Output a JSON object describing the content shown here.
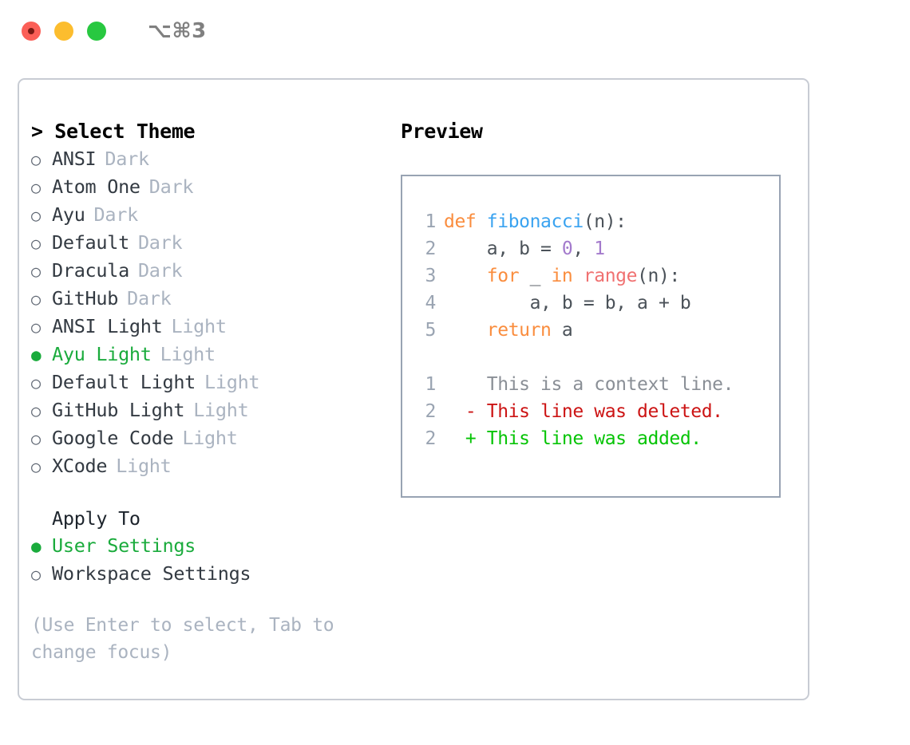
{
  "window": {
    "shortcut": "⌥⌘3",
    "traffic_lights": [
      "close-red",
      "minimize-yellow",
      "maximize-green"
    ]
  },
  "theme_panel": {
    "header": "> Select Theme",
    "items": [
      {
        "marker": "○",
        "name": "ANSI",
        "suffix": "Dark",
        "selected": false
      },
      {
        "marker": "○",
        "name": "Atom One",
        "suffix": "Dark",
        "selected": false
      },
      {
        "marker": "○",
        "name": "Ayu",
        "suffix": "Dark",
        "selected": false
      },
      {
        "marker": "○",
        "name": "Default",
        "suffix": "Dark",
        "selected": false
      },
      {
        "marker": "○",
        "name": "Dracula",
        "suffix": "Dark",
        "selected": false
      },
      {
        "marker": "○",
        "name": "GitHub",
        "suffix": "Dark",
        "selected": false
      },
      {
        "marker": "○",
        "name": "ANSI Light",
        "suffix": "Light",
        "selected": false
      },
      {
        "marker": "●",
        "name": "Ayu Light",
        "suffix": "Light",
        "selected": true
      },
      {
        "marker": "○",
        "name": "Default Light",
        "suffix": "Light",
        "selected": false
      },
      {
        "marker": "○",
        "name": "GitHub Light",
        "suffix": "Light",
        "selected": false
      },
      {
        "marker": "○",
        "name": "Google Code",
        "suffix": "Light",
        "selected": false
      },
      {
        "marker": "○",
        "name": "XCode",
        "suffix": "Light",
        "selected": false
      }
    ]
  },
  "apply_to": {
    "header": "Apply To",
    "items": [
      {
        "marker": "●",
        "name": "User Settings",
        "selected": true
      },
      {
        "marker": "○",
        "name": "Workspace Settings",
        "selected": false
      }
    ]
  },
  "hint": "(Use Enter to select, Tab to change focus)",
  "preview": {
    "header": "Preview",
    "code_lines": [
      {
        "no": "1",
        "segments": [
          {
            "t": "def ",
            "c": "kw"
          },
          {
            "t": "fibonacci",
            "c": "fn"
          },
          {
            "t": "(n):",
            "c": "pl"
          }
        ]
      },
      {
        "no": "2",
        "segments": [
          {
            "t": "    a, b = ",
            "c": "pl"
          },
          {
            "t": "0",
            "c": "num"
          },
          {
            "t": ", ",
            "c": "pl"
          },
          {
            "t": "1",
            "c": "num"
          }
        ]
      },
      {
        "no": "3",
        "segments": [
          {
            "t": "    ",
            "c": "pl"
          },
          {
            "t": "for",
            "c": "kw"
          },
          {
            "t": " _ ",
            "c": "pl"
          },
          {
            "t": "in",
            "c": "kw"
          },
          {
            "t": " ",
            "c": "pl"
          },
          {
            "t": "range",
            "c": "bi"
          },
          {
            "t": "(n):",
            "c": "pl"
          }
        ]
      },
      {
        "no": "4",
        "segments": [
          {
            "t": "        a, b = b, a + b",
            "c": "pl"
          }
        ]
      },
      {
        "no": "5",
        "segments": [
          {
            "t": "    ",
            "c": "pl"
          },
          {
            "t": "return",
            "c": "kw"
          },
          {
            "t": " a",
            "c": "pl"
          }
        ]
      }
    ],
    "diff_lines": [
      {
        "no": "1",
        "prefix": " ",
        "text": "This is a context line.",
        "kind": "ctx"
      },
      {
        "no": "2",
        "prefix": "-",
        "text": "This line was deleted.",
        "kind": "del"
      },
      {
        "no": "2",
        "prefix": "+",
        "text": "This line was added.",
        "kind": "add"
      }
    ]
  },
  "colors": {
    "accent_green": "#1aab3c",
    "muted": "#aab3c0",
    "keyword_orange": "#fa8d3e",
    "function_blue": "#3aa3f0",
    "number_purple": "#a37acc",
    "builtin_red": "#f07171",
    "diff_delete": "#cc1414",
    "diff_add": "#06c406",
    "border": "#c8ccd4",
    "preview_border": "#98a3b3"
  }
}
